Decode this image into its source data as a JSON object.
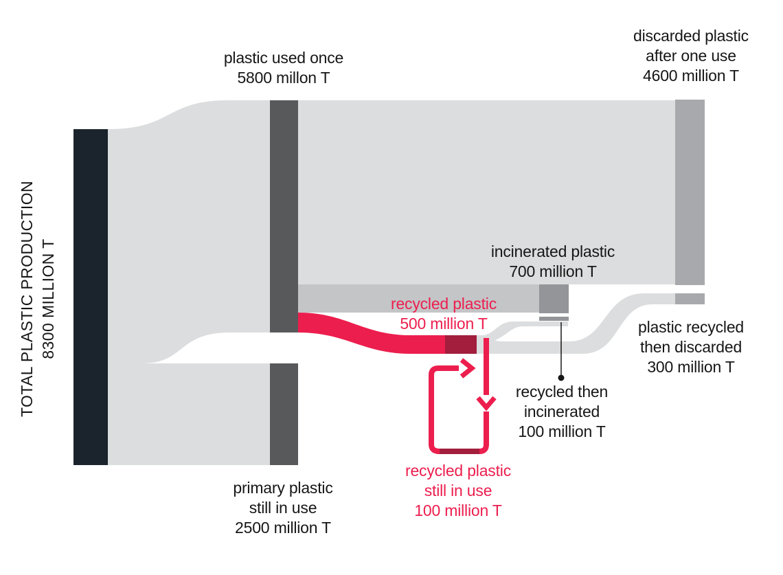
{
  "palette": {
    "background": "#ffffff",
    "text": "#161616",
    "red": "#ec1e4e",
    "maroon": "#a21e3c",
    "node_dark": "#1b242c",
    "node_gray": "#58595b",
    "flow_light": "#dcddde",
    "flow_medium": "#c4c5c7",
    "node_light_gray": "#a7a9ac",
    "node_mid_gray": "#939598"
  },
  "labels": {
    "total_production": {
      "line1": "TOTAL PLASTIC PRODUCTION",
      "line2": "8300 MILLION T"
    },
    "used_once": {
      "line1": "plastic used once",
      "line2": "5800 millon T"
    },
    "discarded": {
      "line1": "discarded plastic",
      "line2": "after one use",
      "line3": "4600 million T"
    },
    "incinerated": {
      "line1": "incinerated plastic",
      "line2": "700 million T"
    },
    "recycled": {
      "line1": "recycled plastic",
      "line2": "500 million T"
    },
    "recycled_then_discarded": {
      "line1": "plastic recycled",
      "line2": "then discarded",
      "line3": "300 million T"
    },
    "recycled_then_incinerated": {
      "line1": "recycled then",
      "line2": "incinerated",
      "line3": "100 million T"
    },
    "recycled_still_in_use": {
      "line1": "recycled plastic",
      "line2": "still in use",
      "line3": "100 million T"
    },
    "primary_still_in_use": {
      "line1": "primary plastic",
      "line2": "still in use",
      "line3": "2500 million T"
    }
  },
  "chart_data": {
    "type": "sankey",
    "unit": "million T",
    "title": "TOTAL PLASTIC PRODUCTION 8300 MILLION T",
    "nodes": [
      {
        "id": "total_production",
        "label": "TOTAL PLASTIC PRODUCTION",
        "value": 8300,
        "color": "#1b242c"
      },
      {
        "id": "plastic_used_once",
        "label": "plastic used once",
        "value": 5800,
        "color": "#58595b"
      },
      {
        "id": "primary_plastic_still_in_use",
        "label": "primary plastic still in use",
        "value": 2500,
        "color": "#58595b"
      },
      {
        "id": "discarded_plastic_after_one_use",
        "label": "discarded plastic after one use",
        "value": 4600,
        "color": "#a7a9ac"
      },
      {
        "id": "incinerated_plastic",
        "label": "incinerated plastic",
        "value": 700,
        "color": "#939598"
      },
      {
        "id": "recycled_plastic",
        "label": "recycled plastic",
        "value": 500,
        "color": "#a21e3c"
      },
      {
        "id": "plastic_recycled_then_discarded",
        "label": "plastic recycled then discarded",
        "value": 300,
        "color": "#a7a9ac"
      },
      {
        "id": "recycled_then_incinerated",
        "label": "recycled then incinerated",
        "value": 100,
        "color": "#939598"
      },
      {
        "id": "recycled_plastic_still_in_use",
        "label": "recycled plastic still in use",
        "value": 100,
        "color": "#ec1e4e"
      }
    ],
    "links": [
      {
        "source": "total_production",
        "target": "plastic_used_once",
        "value": 5800,
        "color": "#dcddde"
      },
      {
        "source": "total_production",
        "target": "primary_plastic_still_in_use",
        "value": 2500,
        "color": "#dcddde"
      },
      {
        "source": "plastic_used_once",
        "target": "discarded_plastic_after_one_use",
        "value": 4600,
        "color": "#dcddde"
      },
      {
        "source": "plastic_used_once",
        "target": "incinerated_plastic",
        "value": 700,
        "color": "#c4c5c7"
      },
      {
        "source": "plastic_used_once",
        "target": "recycled_plastic",
        "value": 500,
        "color": "#ec1e4e"
      },
      {
        "source": "recycled_plastic",
        "target": "plastic_recycled_then_discarded",
        "value": 300,
        "color": "#dcddde"
      },
      {
        "source": "recycled_plastic",
        "target": "recycled_then_incinerated",
        "value": 100,
        "color": "#dcddde"
      },
      {
        "source": "recycled_plastic",
        "target": "recycled_plastic_still_in_use",
        "value": 100,
        "color": "#ec1e4e"
      }
    ]
  }
}
